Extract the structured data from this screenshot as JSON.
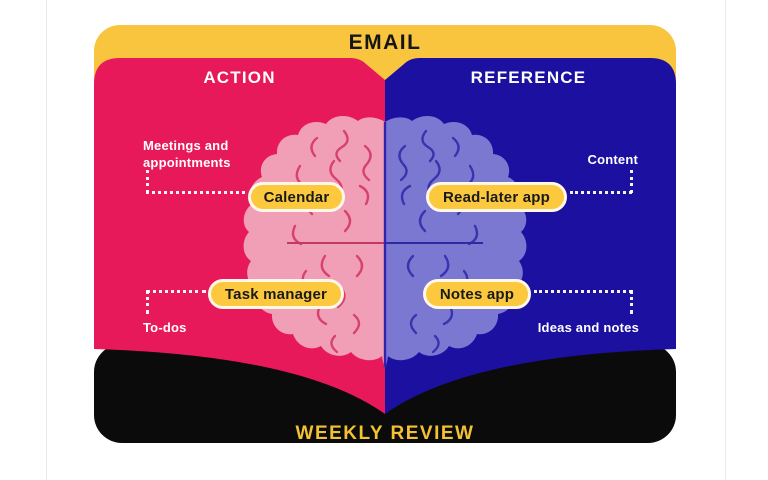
{
  "banner": {
    "title": "EMAIL"
  },
  "action": {
    "label": "ACTION",
    "meetings_note_line1": "Meetings and",
    "meetings_note_line2": "appointments",
    "calendar_pill": "Calendar",
    "task_pill": "Task manager",
    "todos_note": "To-dos"
  },
  "reference": {
    "label": "REFERENCE",
    "content_note": "Content",
    "readlater_pill": "Read-later app",
    "notes_pill": "Notes app",
    "ideas_note": "Ideas and notes"
  },
  "footer": {
    "label": "WEEKLY REVIEW"
  },
  "colors": {
    "banner_yellow": "#f9c43e",
    "action_red": "#e8195b",
    "reference_blue": "#1b10a0",
    "footer_black": "#0b0b0b",
    "brain_left_pink": "#f09fb6",
    "brain_right_purple": "#7b78d2",
    "pill_yellow": "#fbc83e",
    "footer_text_yellow": "#f2c230"
  }
}
